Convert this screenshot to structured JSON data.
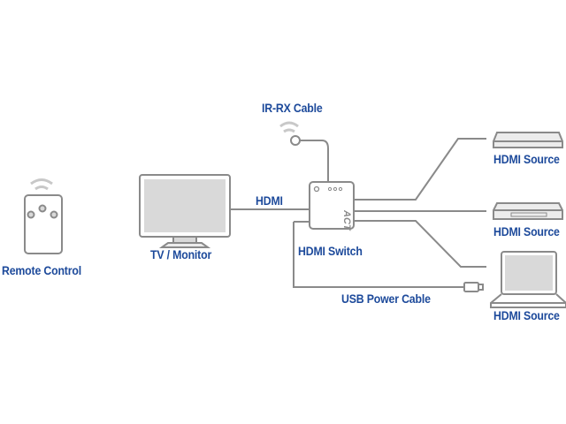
{
  "labels": {
    "remote": "Remote Control",
    "tv": "TV / Monitor",
    "hdmi_cable": "HDMI",
    "irrx": "IR-RX Cable",
    "switch": "HDMI Switch",
    "usb": "USB Power Cable",
    "source1": "HDMI Source",
    "source2": "HDMI Source",
    "source3": "HDMI Source",
    "brand": "ACT"
  },
  "colors": {
    "text": "#1d4a9b",
    "line": "#8a8a8a",
    "wave": "#c8c8c8",
    "screen": "#d9d9d9"
  }
}
